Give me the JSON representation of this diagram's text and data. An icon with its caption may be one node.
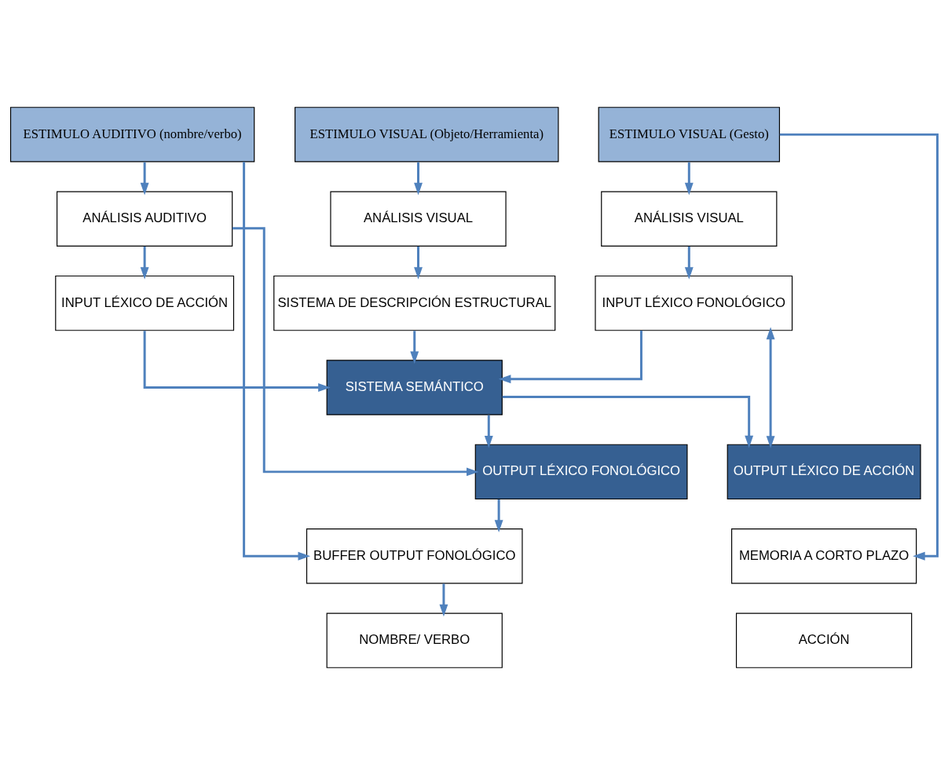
{
  "diagram": {
    "nodes": [
      {
        "text": [
          "ESTIMULO AUDITIVO (nombre/verbo)"
        ]
      },
      {
        "text": [
          "ESTIMULO VISUAL (Objeto/Herramienta)"
        ]
      },
      {
        "text": [
          "ESTIMULO VISUAL (Gesto)"
        ]
      },
      {
        "text": [
          "ANÁLISIS AUDITIVO"
        ]
      },
      {
        "text": [
          "ANÁLISIS VISUAL"
        ]
      },
      {
        "text": [
          "ANÁLISIS VISUAL"
        ]
      },
      {
        "text": [
          "INPUT LÉXICO DE ACCIÓN"
        ]
      },
      {
        "text": [
          "SISTEMA DE DESCRIPCIÓN ESTRUCTURAL"
        ]
      },
      {
        "text": [
          "INPUT LÉXICO FONOLÓGICO"
        ]
      },
      {
        "text": [
          "SISTEMA SEMÁNTICO"
        ]
      },
      {
        "text": [
          "OUTPUT LÉXICO FONOLÓGICO"
        ]
      },
      {
        "text": [
          "OUTPUT LÉXICO DE ACCIÓN"
        ]
      },
      {
        "text": [
          "BUFFER OUTPUT FONOLÓGICO"
        ]
      },
      {
        "text": [
          "MEMORIA A CORTO PLAZO"
        ]
      },
      {
        "text": [
          "NOMBRE/ VERBO"
        ]
      },
      {
        "text": [
          "ACCIÓN"
        ]
      }
    ],
    "edges": [
      {
        "from": 0,
        "to": 3,
        "arrow": "to"
      },
      {
        "from": 1,
        "to": 4,
        "arrow": "to"
      },
      {
        "from": 2,
        "to": 5,
        "arrow": "to"
      },
      {
        "from": 3,
        "to": 6,
        "arrow": "to"
      },
      {
        "from": 4,
        "to": 7,
        "arrow": "to"
      },
      {
        "from": 5,
        "to": 8,
        "arrow": "to"
      },
      {
        "from": 6,
        "to": 9,
        "arrow": "to"
      },
      {
        "from": 7,
        "to": 9,
        "arrow": "to"
      },
      {
        "from": 8,
        "to": 9,
        "arrow": "to"
      },
      {
        "from": 9,
        "to": 10,
        "arrow": "to"
      },
      {
        "from": 9,
        "to": 11,
        "arrow": "to"
      },
      {
        "from": 10,
        "to": 12,
        "arrow": "to"
      },
      {
        "from": 12,
        "to": 14,
        "arrow": "to"
      },
      {
        "from": 0,
        "to": 12,
        "arrow": "to"
      },
      {
        "from": 3,
        "to": 10,
        "arrow": "to"
      },
      {
        "from": 8,
        "to": 11,
        "arrow": "both"
      },
      {
        "from": 2,
        "to": 13,
        "arrow": "to"
      }
    ]
  }
}
